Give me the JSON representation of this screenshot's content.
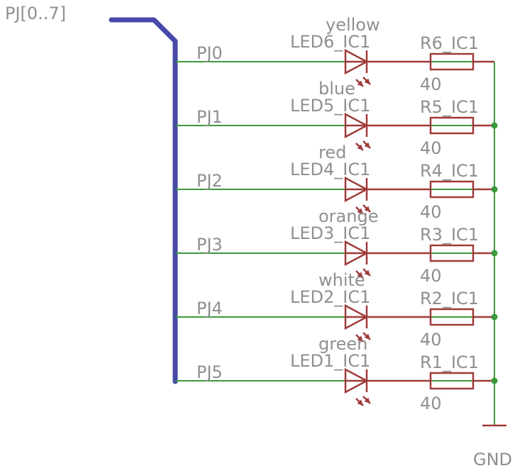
{
  "bus_label": "PJ[0..7]",
  "gnd_label": "GND",
  "colors": {
    "bus": "#4848a8",
    "wire": "#3a9a3a",
    "part": "#a03a3a",
    "text": "#8f8f8f",
    "background": "#ffffff"
  },
  "rows": [
    {
      "net": "PJ0",
      "led": "LED6_IC1",
      "color": "yellow",
      "resistor": "R6_IC1",
      "value": "40"
    },
    {
      "net": "PJ1",
      "led": "LED5_IC1",
      "color": "blue",
      "resistor": "R5_IC1",
      "value": "40"
    },
    {
      "net": "PJ2",
      "led": "LED4_IC1",
      "color": "red",
      "resistor": "R4_IC1",
      "value": "40"
    },
    {
      "net": "PJ3",
      "led": "LED3_IC1",
      "color": "orange",
      "resistor": "R3_IC1",
      "value": "40"
    },
    {
      "net": "PJ4",
      "led": "LED2_IC1",
      "color": "white",
      "resistor": "R2_IC1",
      "value": "40"
    },
    {
      "net": "PJ5",
      "led": "LED1_IC1",
      "color": "green",
      "resistor": "R1_IC1",
      "value": "40"
    }
  ]
}
